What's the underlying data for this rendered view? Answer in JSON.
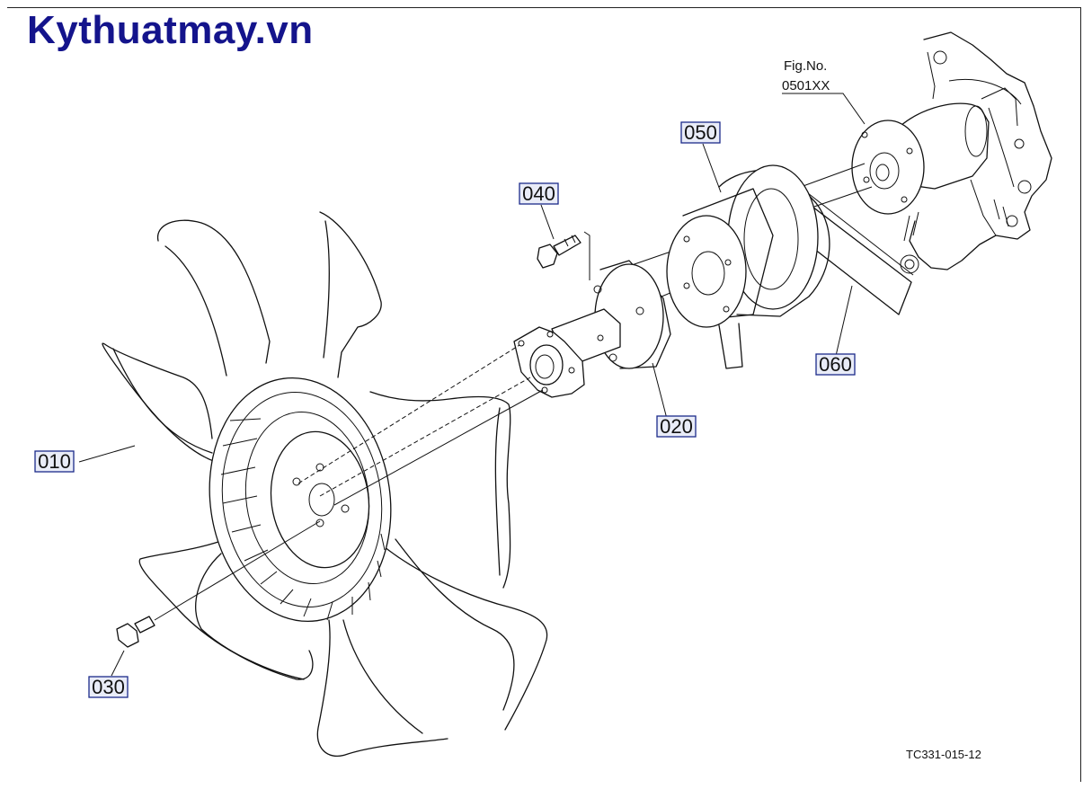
{
  "watermark": "Kythuatmay.vn",
  "figure": {
    "label": "Fig.No.",
    "number": "0501XX"
  },
  "drawing_code": "TC331-015-12",
  "parts": [
    {
      "id": "p010",
      "number": "010"
    },
    {
      "id": "p020",
      "number": "020"
    },
    {
      "id": "p030",
      "number": "030"
    },
    {
      "id": "p040",
      "number": "040"
    },
    {
      "id": "p050",
      "number": "050"
    },
    {
      "id": "p060",
      "number": "060"
    }
  ],
  "colors": {
    "watermark": "#14148c",
    "label_box_fill": "#e9ecf8",
    "label_box_border": "#1b2a8a",
    "line": "#111111"
  }
}
